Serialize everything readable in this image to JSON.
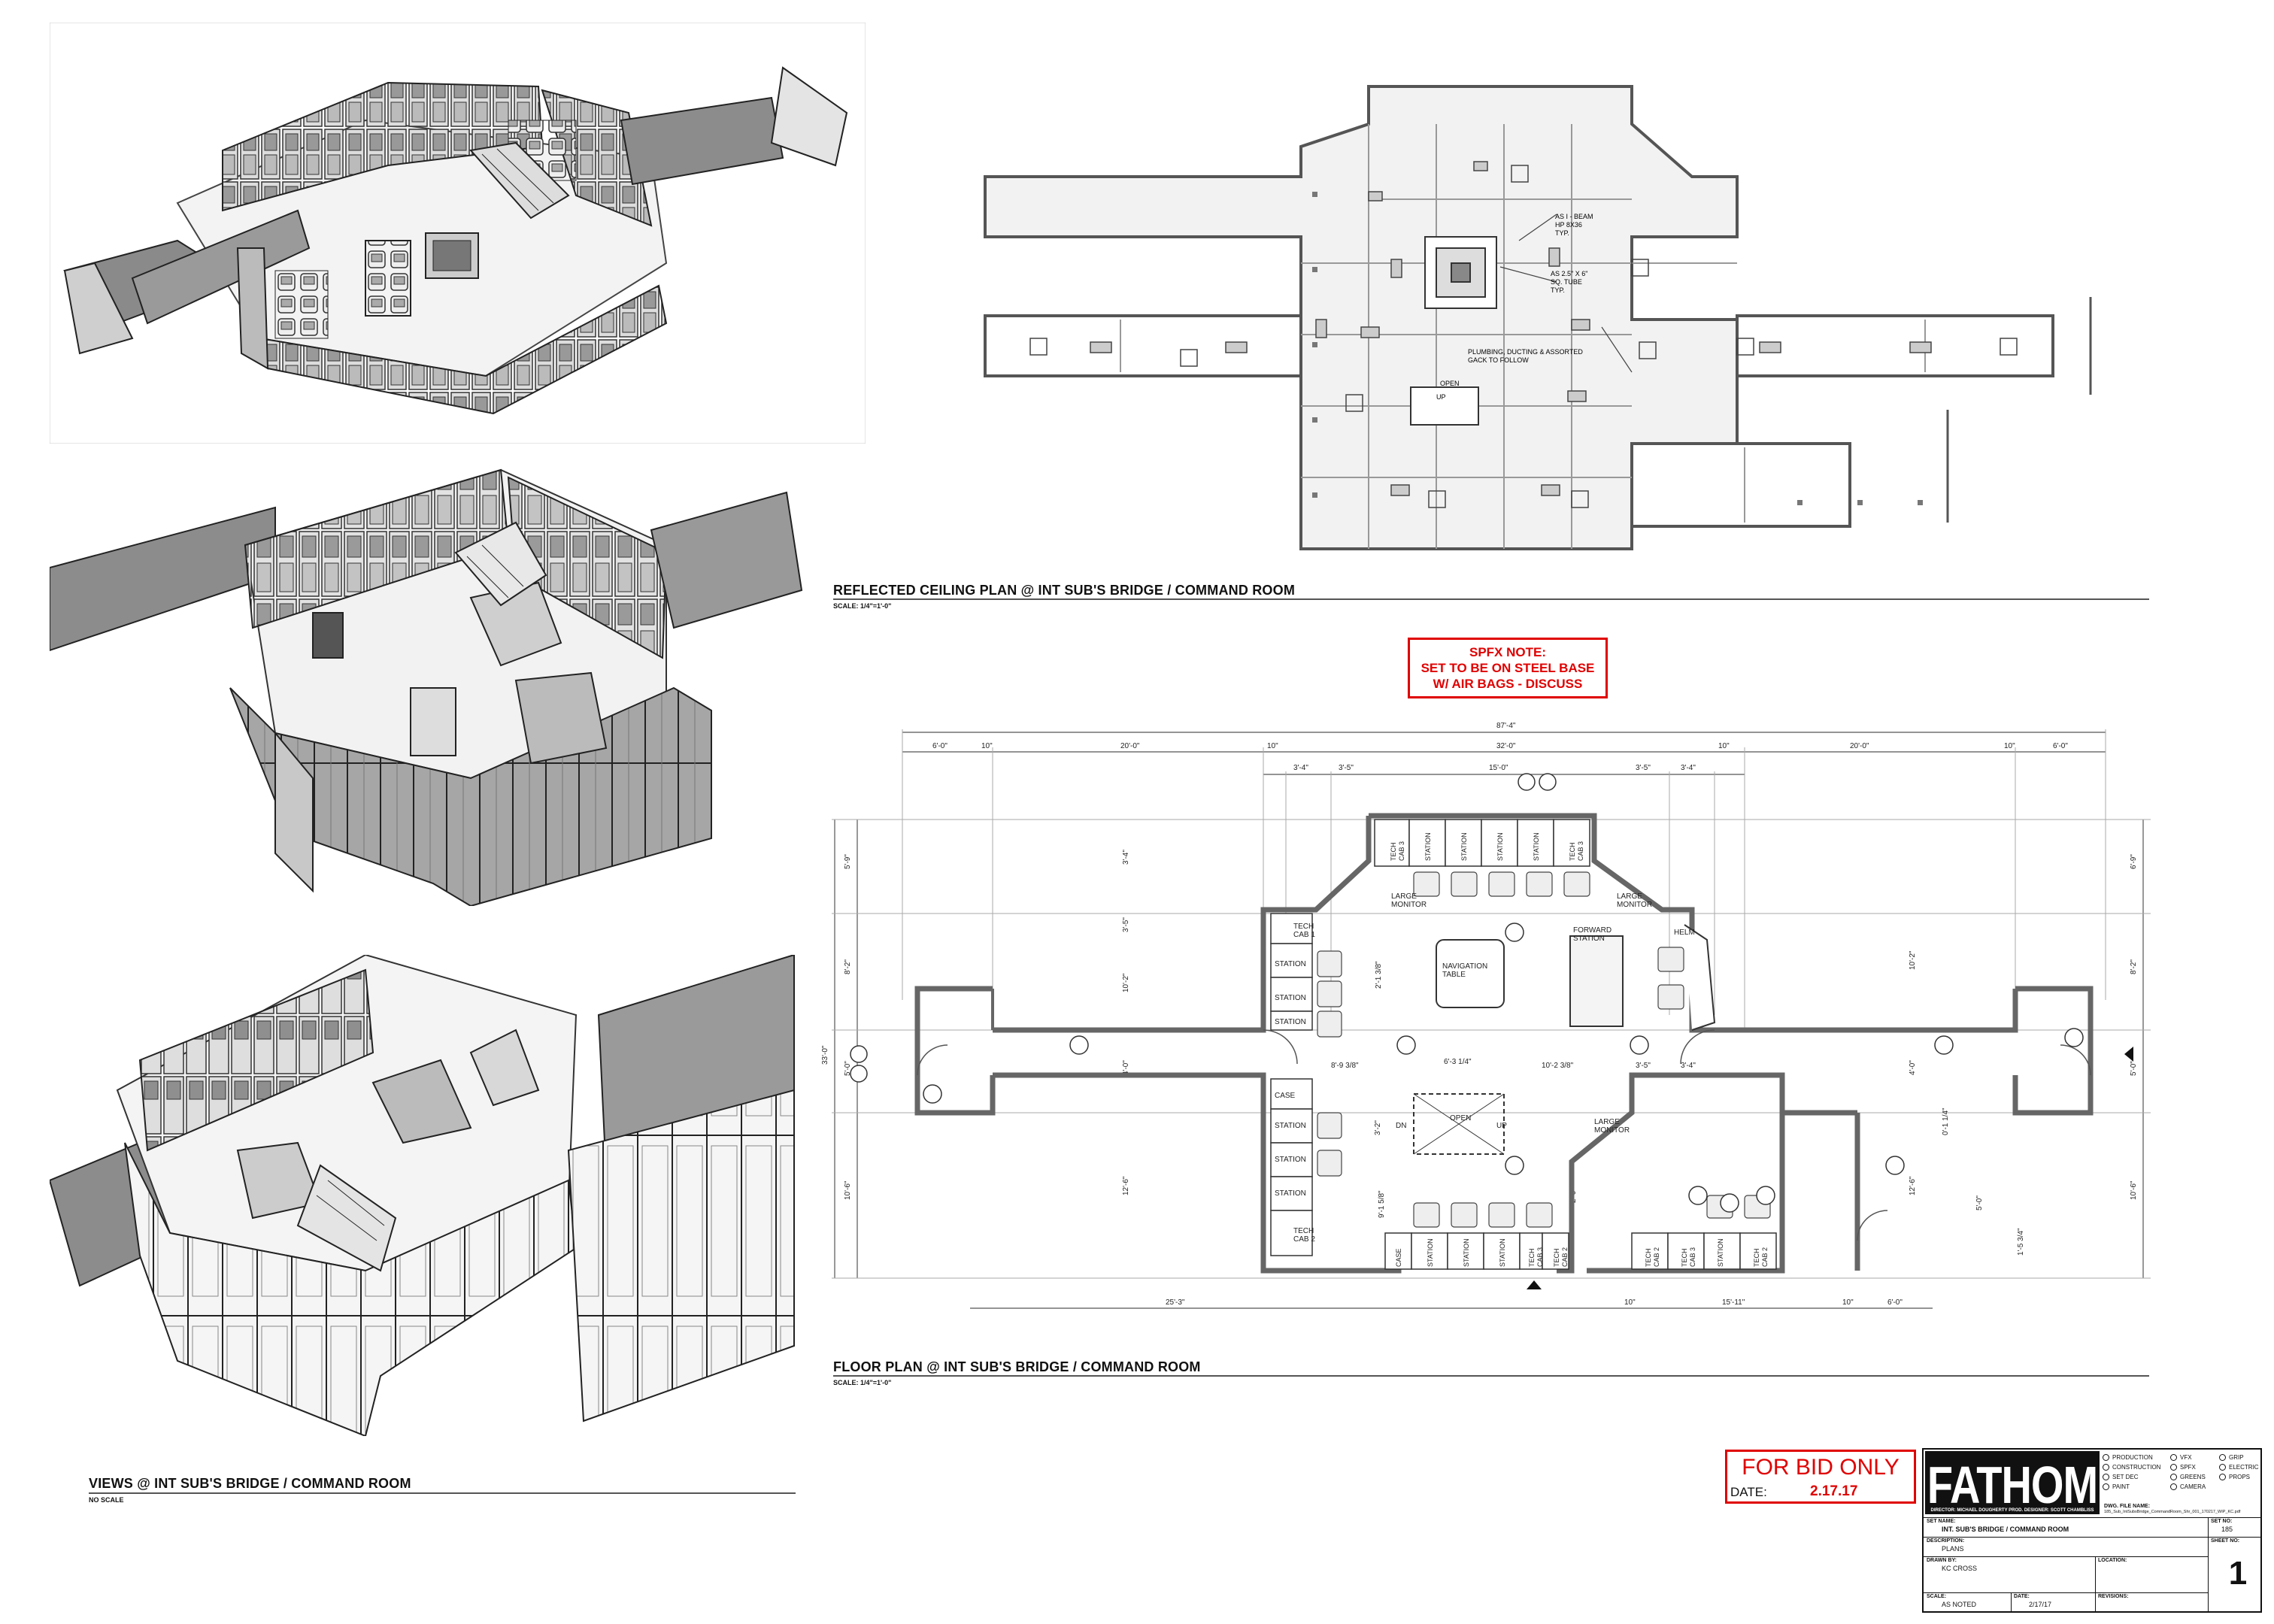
{
  "views": {
    "title": "VIEWS @ INT SUB'S BRIDGE / COMMAND ROOM",
    "scale": "NO SCALE"
  },
  "ceiling_plan": {
    "title": "REFLECTED CEILING PLAN @ INT SUB'S BRIDGE / COMMAND ROOM",
    "scale": "SCALE: 1/4\"=1'-0\"",
    "notes": {
      "beam": "AS I - BEAM\nHP 8X36\nTYP.",
      "tube": "AS 2.5\" X 6\"\nSQ. TUBE\nTYP.",
      "plumbing": "PLUMBING, DUCTING & ASSORTED\nGACK TO FOLLOW",
      "open": "OPEN",
      "up": "UP"
    }
  },
  "spfx_note": {
    "line1": "SPFX NOTE:",
    "line2": "SET TO BE ON STEEL BASE",
    "line3": "W/ AIR BAGS - DISCUSS"
  },
  "floor_plan": {
    "title": "FLOOR PLAN @ INT SUB'S BRIDGE / COMMAND ROOM",
    "scale": "SCALE: 1/4\"=1'-0\"",
    "dims_top": {
      "overall": "87'-4\"",
      "left_corr": "6'-0\"",
      "left_w": "20'-0\"",
      "left_t1": "10\"",
      "left_t2": "10\"",
      "center": "32'-0\"",
      "right_t1": "10\"",
      "right_w": "20'-0\"",
      "right_t2": "10\"",
      "right_corr": "6'-0\"",
      "c1": "3'-4\"",
      "c2": "3'-5\"",
      "c3": "15'-0\"",
      "c4": "3'-5\"",
      "c5": "3'-4\""
    },
    "dims_bottom": {
      "a": "25'-3\"",
      "b": "10\"",
      "c": "15'-11\"",
      "d": "10\"",
      "e": "6'-0\""
    },
    "dims_left": {
      "overall": "33'-0\"",
      "a": "5'-9\"",
      "b": "8'-2\"",
      "c": "5'-0\"",
      "d": "10'-6\""
    },
    "dims_right": {
      "a": "6'-9\"",
      "b": "8'-2\"",
      "c": "5'-0\"",
      "d": "10'-6\""
    },
    "dims_inner": {
      "i1": "3'-4\"",
      "i2": "3'-5\"",
      "i3": "10'-2\"",
      "i4": "4'-0\"",
      "i5": "8'-9 3/8\"",
      "i6": "6'-3 1/4\"",
      "i7": "10'-2 3/8\"",
      "i8": "3'-5\"",
      "i9": "3'-4\"",
      "i10": "12'-6\"",
      "i11": "2'-1 3/8\"",
      "i12": "9'-1 5/8\"",
      "i13": "2'-0\"",
      "i14": "4'-0\"",
      "i15": "10'-2\"",
      "i16": "12'-6\"",
      "i17": "1'-5 3/4\"",
      "i18": "0'-1 1/4\"",
      "i19": "5'-0\"",
      "i20": "3'-2\""
    },
    "labels": {
      "station": "STATION",
      "tech_cab_1": "TECH\nCAB 1",
      "tech_cab_2": "TECH\nCAB 2",
      "tech_cab_3": "TECH\nCAB 3",
      "case": "CASE",
      "large_monitor": "LARGE\nMONITOR",
      "forward_station": "FORWARD\nSTATION",
      "helm": "HELM",
      "navigation_table": "NAVIGATION\nTABLE",
      "open": "OPEN",
      "dn": "DN",
      "up": "UP"
    }
  },
  "stamp": {
    "text": "FOR BID ONLY",
    "date_label": "DATE:",
    "date": "2.17.17"
  },
  "title_block": {
    "logo": "FATHOM",
    "credits": "DIRECTOR: MICHAEL DOUGHERTY    PROD. DESIGNER: SCOTT CHAMBLISS",
    "departments": [
      "PRODUCTION",
      "CONSTRUCTION",
      "SET DEC",
      "PAINT",
      "VFX",
      "SPFX",
      "GREENS",
      "CAMERA",
      "GRIP",
      "ELECTRIC",
      "PROPS"
    ],
    "dwg_file_label": "DWG. FILE NAME:",
    "dwg_file": "185_Sub_IntSubsBridge_CommandRoom_Shr_001_170217_WIP_KC.pdf",
    "set_name_label": "SET NAME:",
    "set_name": "INT. SUB'S BRIDGE / COMMAND ROOM",
    "set_no_label": "SET NO:",
    "set_no": "185",
    "description_label": "DESCRIPTION:",
    "description": "PLANS",
    "sheet_no_label": "SHEET NO:",
    "sheet_no": "1",
    "drawn_by_label": "DRAWN BY:",
    "drawn_by": "KC CROSS",
    "location_label": "LOCATION:",
    "scale_label": "SCALE:",
    "scale": "AS NOTED",
    "date_label": "DATE:",
    "date": "2/17/17",
    "revisions_label": "REVISIONS:"
  }
}
